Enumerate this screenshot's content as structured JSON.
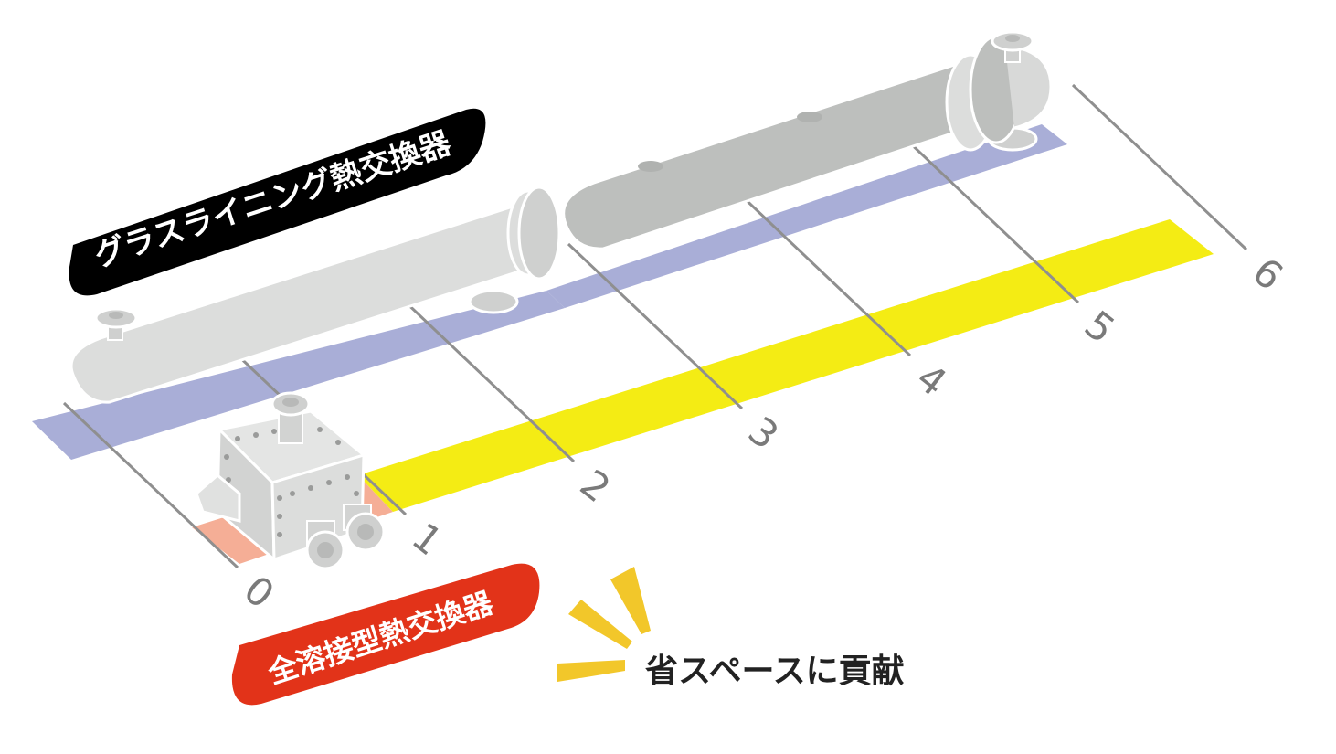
{
  "scale": {
    "tick_labels": [
      "0",
      "1",
      "2",
      "3",
      "4",
      "5",
      "6"
    ]
  },
  "bands": {
    "glass_lined_length": 6,
    "welded_length": 1
  },
  "labels": {
    "glass_lined": "グラスライニング熱交換器",
    "welded": "全溶接型熱交換器",
    "caption": "省スペースに貢献"
  },
  "colors": {
    "glass_band": "#a9aed7",
    "welded_band": "#f5ae96",
    "yellow_band": "#f4ec14",
    "tick_line": "#8f8f8f",
    "glass_pill": "#000000",
    "welded_pill": "#e23319",
    "burst": "#f2c72a"
  }
}
